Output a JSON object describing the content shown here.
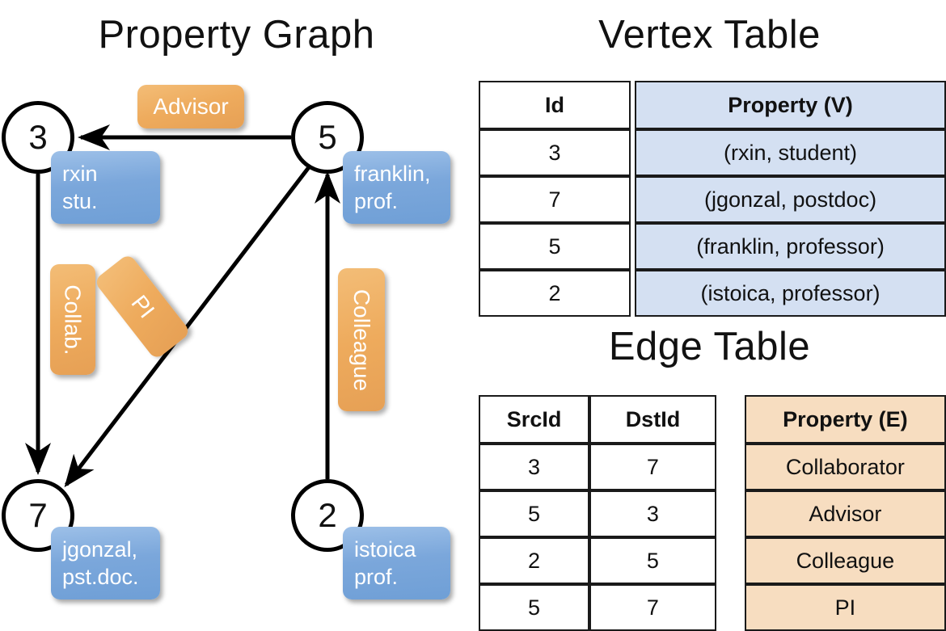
{
  "titles": {
    "property_graph": "Property Graph",
    "vertex_table": "Vertex Table",
    "edge_table": "Edge Table"
  },
  "graph": {
    "nodes": [
      {
        "id": "3",
        "props": [
          "rxin",
          "stu."
        ]
      },
      {
        "id": "5",
        "props": [
          "franklin,",
          "prof."
        ]
      },
      {
        "id": "7",
        "props": [
          "jgonzal,",
          "pst.doc."
        ]
      },
      {
        "id": "2",
        "props": [
          "istoica",
          "prof."
        ]
      }
    ],
    "edge_labels": {
      "advisor": "Advisor",
      "collab": "Collab.",
      "pi": "PI",
      "colleague": "Colleague"
    }
  },
  "vertex_table": {
    "headers": [
      "Id",
      "Property (V)"
    ],
    "rows": [
      {
        "id": "3",
        "property": "(rxin, student)"
      },
      {
        "id": "7",
        "property": "(jgonzal, postdoc)"
      },
      {
        "id": "5",
        "property": "(franklin, professor)"
      },
      {
        "id": "2",
        "property": "(istoica, professor)"
      }
    ]
  },
  "edge_table": {
    "headers": [
      "SrcId",
      "DstId",
      "Property (E)"
    ],
    "rows": [
      {
        "src": "3",
        "dst": "7",
        "property": "Collaborator"
      },
      {
        "src": "5",
        "dst": "3",
        "property": "Advisor"
      },
      {
        "src": "2",
        "dst": "5",
        "property": "Colleague"
      },
      {
        "src": "5",
        "dst": "7",
        "property": "PI"
      }
    ]
  },
  "colors": {
    "vertex_property_fill": "#d4e0f2",
    "edge_property_fill": "#f7ddc0",
    "vertex_box_blue": "#7ba7db",
    "edge_box_orange": "#eeab5d",
    "stroke": "#000000"
  }
}
